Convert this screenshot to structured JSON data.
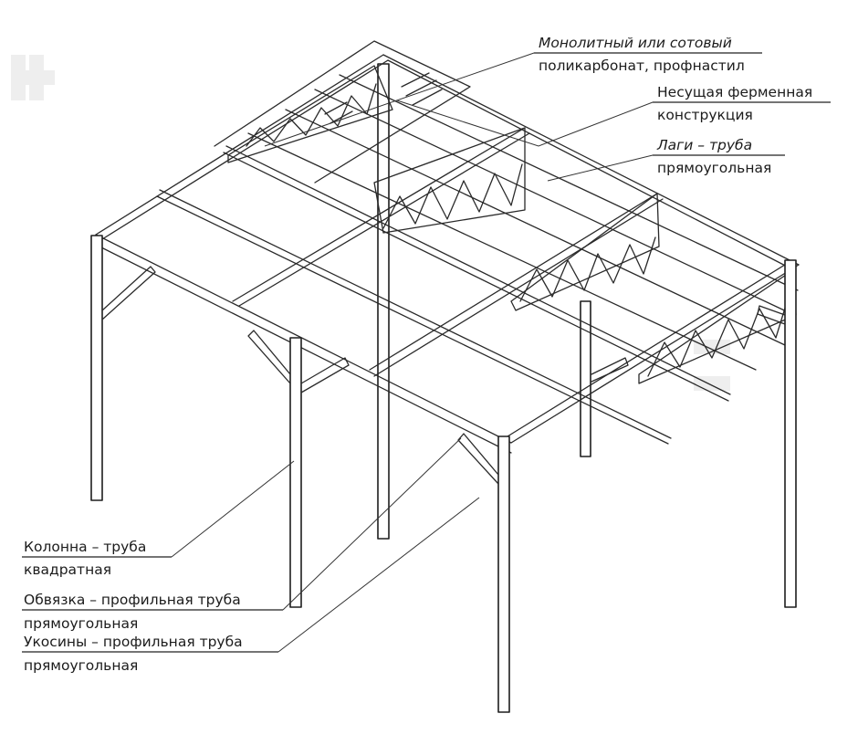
{
  "labels": {
    "roofing": {
      "line1": "Монолитный или сотовый",
      "line2": "поликарбонат, профнастил"
    },
    "truss": {
      "line1": "Несущая ферменная",
      "line2": "конструкция"
    },
    "purlins": {
      "line1": "Лаги – труба",
      "line2": "прямоугольная"
    },
    "column": {
      "line1": "Колонна – труба",
      "line2": "квадратная"
    },
    "strapping": {
      "line1": "Обвязка – профильная труба",
      "line2": "прямоугольная"
    },
    "braces": {
      "line1": "Укосины – профильная труба",
      "line2": "прямоугольная"
    }
  },
  "colors": {
    "ink": "#1e1e1e",
    "paper": "#ffffff"
  }
}
